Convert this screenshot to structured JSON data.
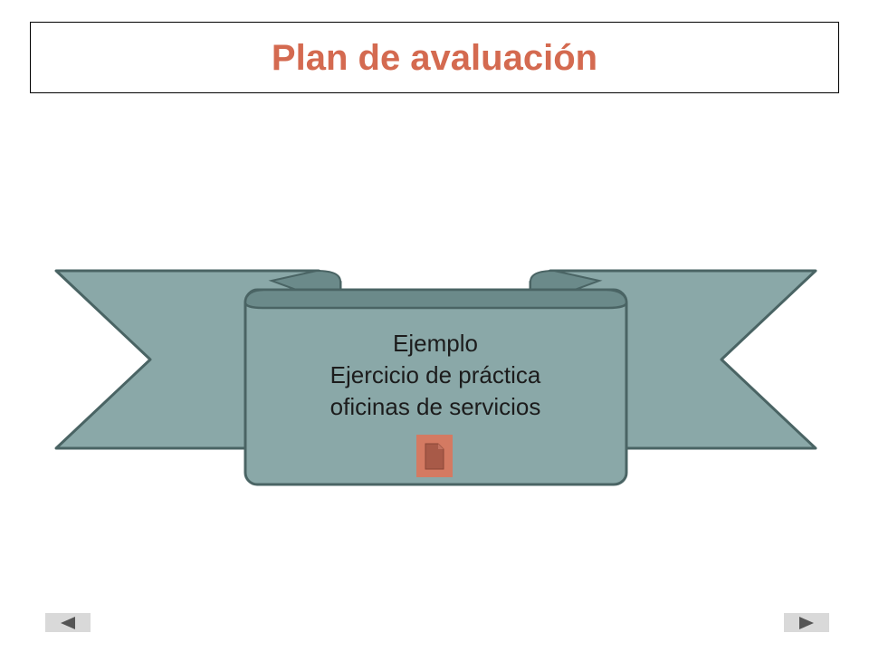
{
  "slide": {
    "title": "Plan de avaluación"
  },
  "banner": {
    "lines": [
      "Ejemplo",
      "Ejercicio de práctica",
      "oficinas de servicios"
    ]
  },
  "colors": {
    "title": "#d46a50",
    "banner_fill": "#8aa8a8",
    "banner_fold": "#6b8a8a",
    "banner_stroke": "#4a6464",
    "doc_button": "#d47a62",
    "doc_icon": "#a85a48",
    "nav_button": "#d9d9d9",
    "nav_arrow": "#555555"
  },
  "icons": {
    "document": "document-icon",
    "previous": "triangle-left-icon",
    "next": "triangle-right-icon"
  }
}
